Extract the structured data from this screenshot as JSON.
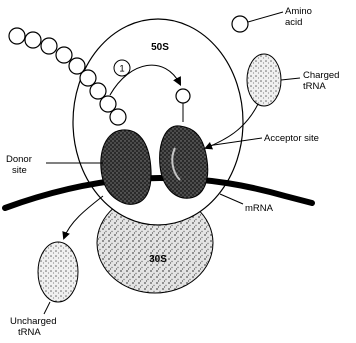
{
  "subunits": {
    "large": "50S",
    "small": "30S"
  },
  "step_number": "1",
  "labels": {
    "amino_acid_line1": "Amino",
    "amino_acid_line2": "acid",
    "charged_trna_line1": "Charged",
    "charged_trna_line2": "tRNA",
    "acceptor_site": "Acceptor site",
    "donor_site_line1": "Donor",
    "donor_site_line2": "site",
    "mrna": "mRNA",
    "uncharged_trna_line1": "Uncharged",
    "uncharged_trna_line2": "tRNA"
  }
}
